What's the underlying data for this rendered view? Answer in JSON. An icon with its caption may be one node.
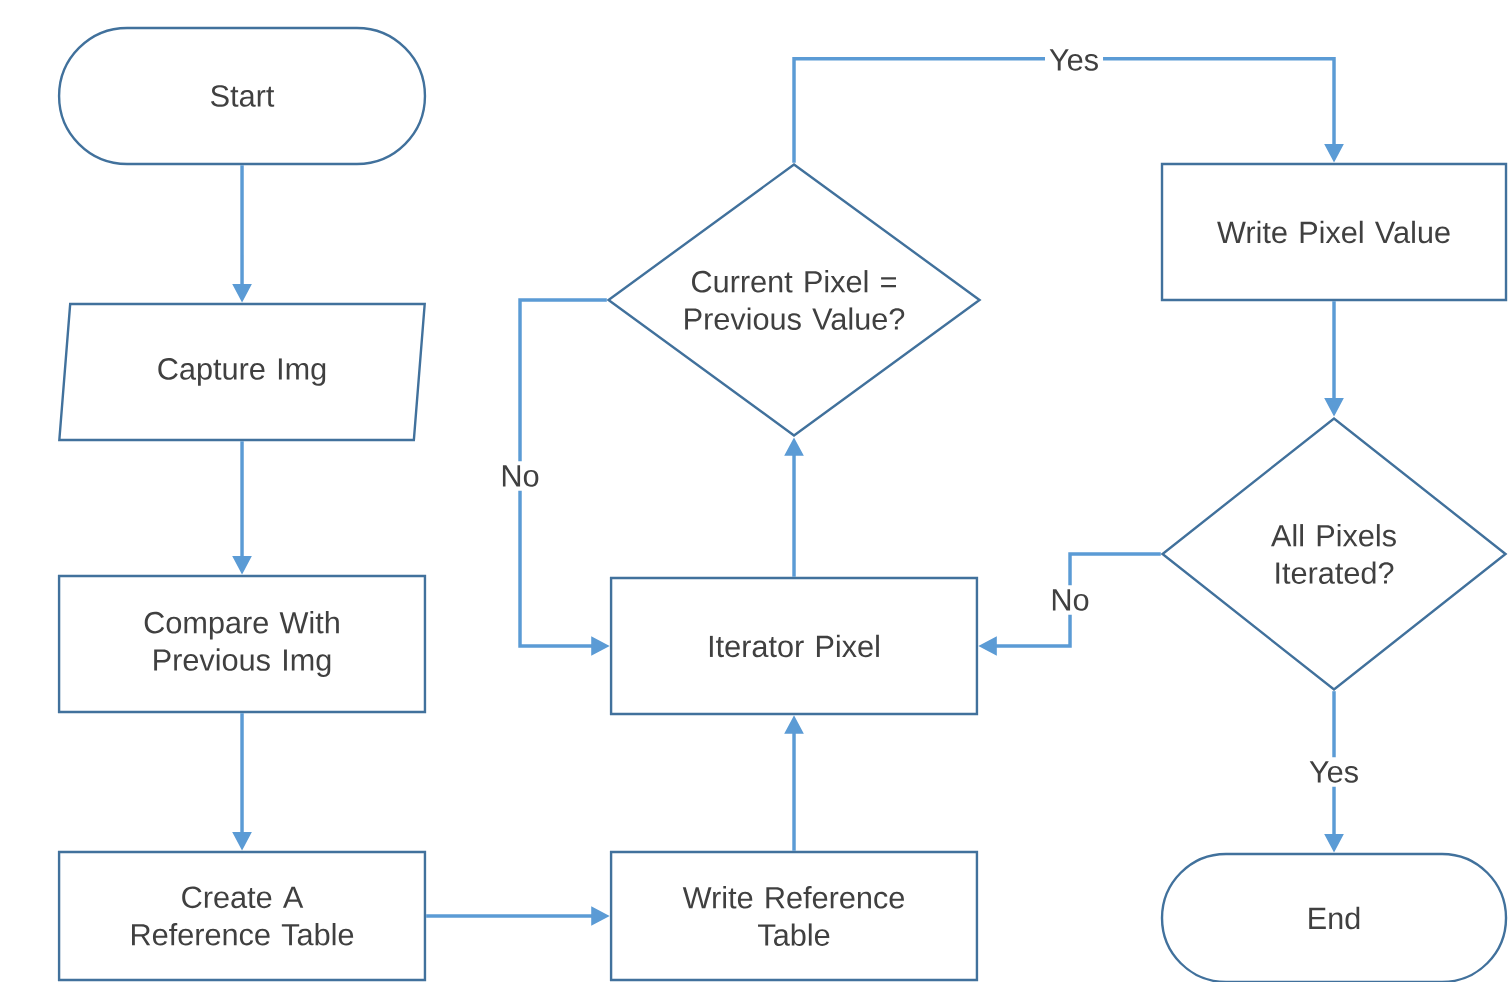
{
  "diagram": {
    "nodes": [
      {
        "text": [
          "Start"
        ]
      },
      {
        "text": [
          "Capture Img"
        ]
      },
      {
        "text": [
          "Compare With Previous Img"
        ]
      },
      {
        "text": [
          "Create A Reference Table"
        ]
      },
      {
        "text": [
          "Write Reference Table"
        ]
      },
      {
        "text": [
          "Iterator Pixel"
        ]
      },
      {
        "text": [
          "Current Pixel = Previous Value?"
        ]
      },
      {
        "text": [
          "Write Pixel Value"
        ]
      },
      {
        "text": [
          "All Pixels Iterated?"
        ]
      },
      {
        "text": [
          "End"
        ]
      }
    ],
    "edges": [
      {
        "from": 0,
        "to": 1,
        "arrow": "to"
      },
      {
        "from": 1,
        "to": 2,
        "arrow": "to"
      },
      {
        "from": 2,
        "to": 3,
        "arrow": "to"
      },
      {
        "from": 3,
        "to": 4,
        "arrow": "to"
      },
      {
        "from": 4,
        "to": 5,
        "arrow": "to"
      },
      {
        "from": 5,
        "to": 6,
        "arrow": "to"
      },
      {
        "from": 6,
        "to": 7,
        "arrow": "to",
        "label": "Yes"
      },
      {
        "from": 6,
        "to": 5,
        "arrow": "to",
        "label": "No"
      },
      {
        "from": 7,
        "to": 8,
        "arrow": "to"
      },
      {
        "from": 8,
        "to": 5,
        "arrow": "to",
        "label": "No"
      },
      {
        "from": 8,
        "to": 9,
        "arrow": "to",
        "label": "Yes"
      }
    ]
  }
}
